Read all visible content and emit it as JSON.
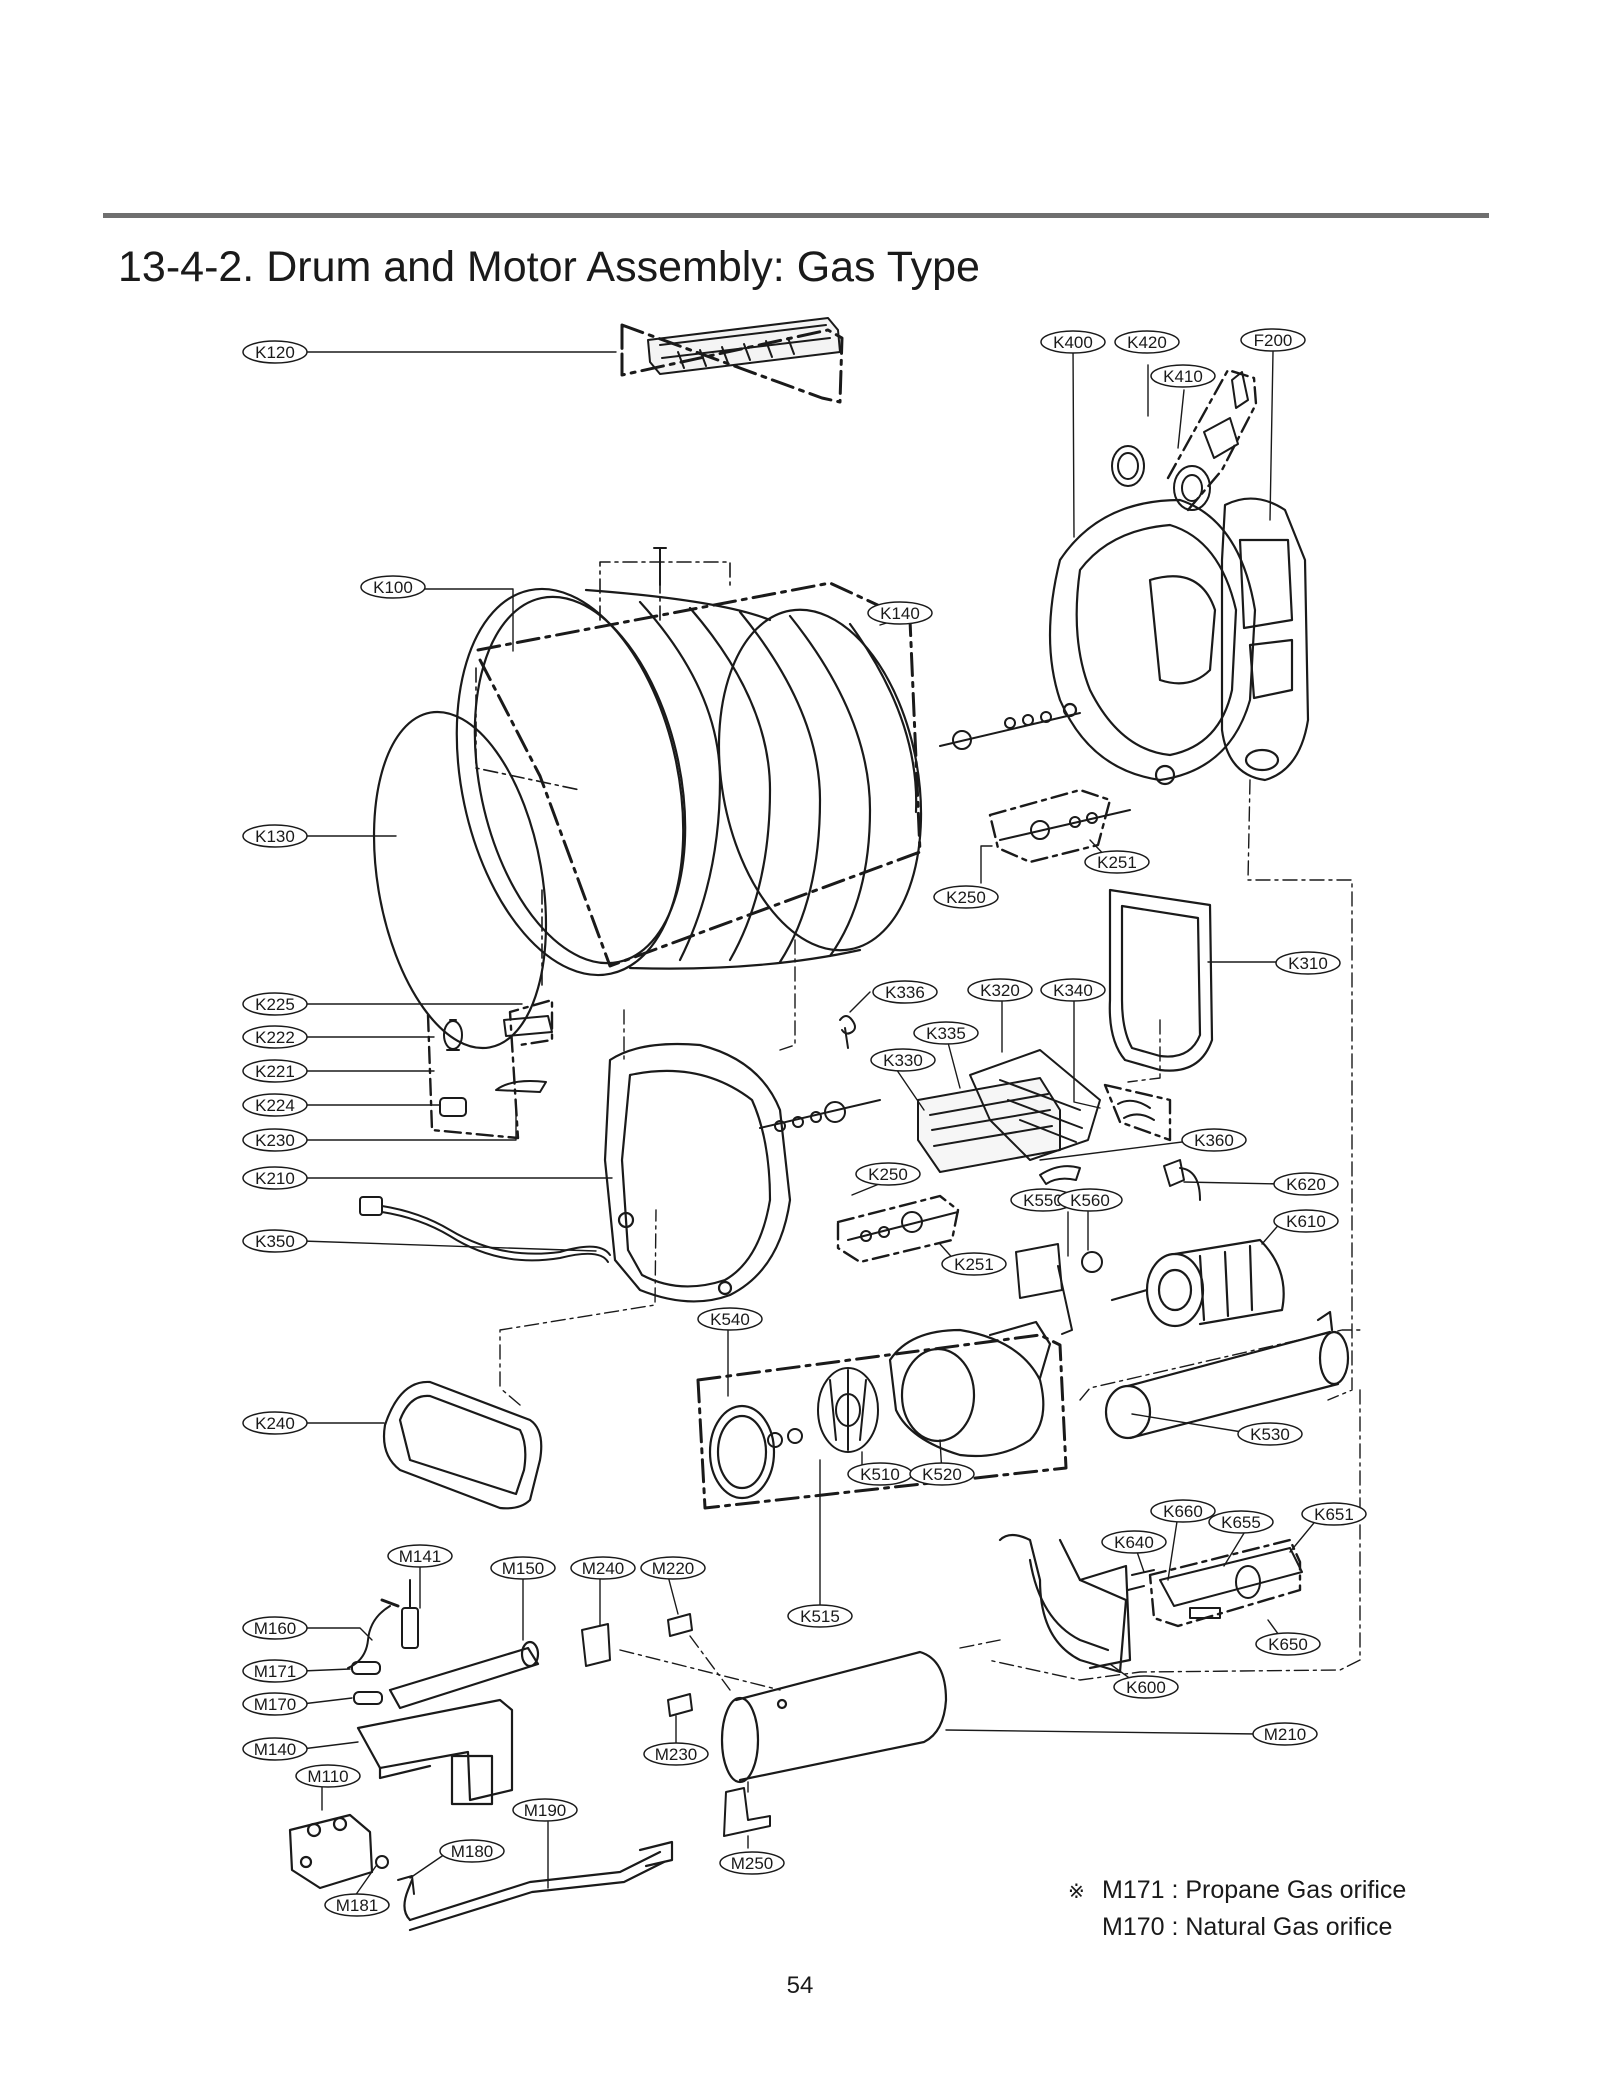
{
  "page": {
    "title": "13-4-2. Drum and Motor Assembly: Gas Type",
    "page_number": "54"
  },
  "note": {
    "symbol": "※",
    "lines": [
      "M171 : Propane Gas orifice",
      "M170 : Natural Gas orifice"
    ]
  },
  "part_labels": [
    "K400",
    "K420",
    "F200",
    "K410",
    "K120",
    "K100",
    "K140",
    "K130",
    "K251",
    "K250",
    "K310",
    "K225",
    "K336",
    "K320",
    "K340",
    "K222",
    "K335",
    "K221",
    "K330",
    "K224",
    "K230",
    "K360",
    "K210",
    "K250",
    "K620",
    "K550",
    "K560",
    "K610",
    "K350",
    "K251",
    "K540",
    "K240",
    "K530",
    "K510",
    "K520",
    "K660",
    "K651",
    "K640",
    "K655",
    "M141",
    "M150",
    "M240",
    "M220",
    "K515",
    "M160",
    "K650",
    "M171",
    "K600",
    "M170",
    "M210",
    "M140",
    "M230",
    "M110",
    "M190",
    "M180",
    "M250",
    "M181"
  ],
  "colors": {
    "ink": "#1a1a1a",
    "rule": "#6f6f6f",
    "label_fill": "#ffffff"
  }
}
